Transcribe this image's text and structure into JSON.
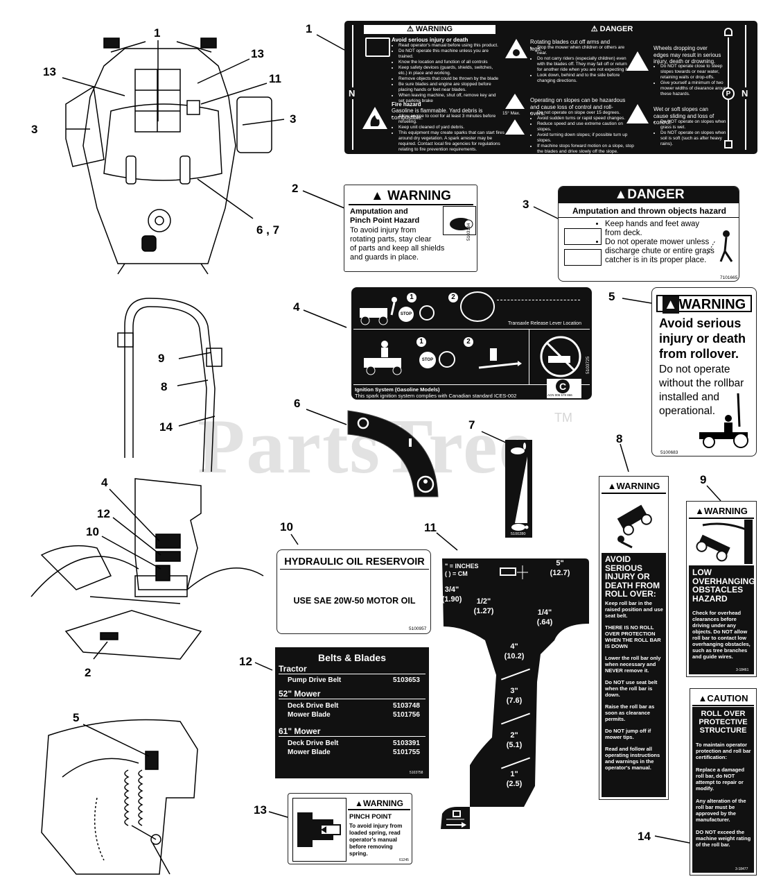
{
  "callouts": {
    "c1a": "1",
    "c13a": "13",
    "c13b": "13",
    "c11a": "11",
    "c3a": "3",
    "c3b": "3",
    "c67": "6 , 7",
    "c9a": "9",
    "c8a": "8",
    "c14a": "14",
    "c4a": "4",
    "c12a": "12",
    "c10a": "10",
    "c2a": "2",
    "c5a": "5",
    "c1": "1",
    "c2": "2",
    "c3": "3",
    "c4": "4",
    "c5": "5",
    "c6": "6",
    "c7": "7",
    "c8": "8",
    "c9": "9",
    "c10": "10",
    "c11": "11",
    "c12": "12",
    "c13": "13",
    "c14": "14"
  },
  "watermark": {
    "text": "PartsTree",
    "tm": "TM"
  },
  "decal1": {
    "warning_title": "WARNING",
    "danger_title": "DANGER",
    "n_left": "N",
    "n_right": "N",
    "p": "P",
    "avoid_head": "Avoid serious injury or death",
    "avoid_items": [
      "Read operator's manual before using this product.",
      "Do NOT operate this machine unless you are trained.",
      "Know the location and function of all controls",
      "Keep safety devices (guards, shields, switches, etc.) in place and working.",
      "Remove objects that could be thrown by the blade",
      "Be sure blades and engine are stopped before placing hands or feet near blades.",
      "When leaving machine, shut off, remove key and set parking brake"
    ],
    "fire_head": "Fire hazard",
    "fire_sub": "Gasoline is flammable. Yard debris is combustible.",
    "fire_items": [
      "Allow engine to cool for at least 3 minutes before refueling.",
      "Keep unit cleaned of yard debris.",
      "This equipment may create sparks that can start fires around dry vegetation. A spark arrester may be required. Contact local fire agencies for regulations relating to fire prevention requirements."
    ],
    "rot_head": "Rotating blades cut off arms and legs.",
    "rot_items": [
      "Stop the mower when children or others are near.",
      "Do not carry riders (especially children) even with the blades off. They may fall off or return for another ride when you are not expecting it.",
      "Look down, behind and to the side before changing directions."
    ],
    "slope_head": "Operating on slopes can be hazardous and cause loss of control and roll-overs.",
    "slope_items": [
      "Do not operate on slope over 15 degrees.",
      "Avoid sudden turns or rapid speed changes.",
      "Reduce speed and use extreme caution on slopes.",
      "Avoid turning down slopes; if possible turn up slopes.",
      "If machine stops forward motion on a slope, stop the blades and drive slowly off the slope."
    ],
    "slope_max": "15° Max.",
    "wheels_head": "Wheels dropping over edges may result in serious injury, death or drowning.",
    "wheels_items": [
      "Do NOT operate close to steep slopes towards or near water, retaining walls or drop-offs.",
      "Give yourself a minimum of two mower widths of clearance around these hazards."
    ],
    "wet_head": "Wet or soft slopes can cause sliding and loss of control.",
    "wet_items": [
      "Do NOT operate on slopes when grass is wet.",
      "Do NOT operate on slopes when soil is soft (such as after heavy rains)."
    ]
  },
  "decal2": {
    "title": "WARNING",
    "head1": "Amputation and",
    "head2": "Pinch Point Hazard",
    "body": [
      "To avoid injury from",
      "rotating parts, stay clear",
      "of parts and keep all shields",
      "and guards in place."
    ],
    "part": "5103184"
  },
  "decal3": {
    "title": "DANGER",
    "sub": "Amputation and thrown objects hazard",
    "bullets": [
      "Keep hands and feet away from deck.",
      "Do not operate mower unless discharge chute or entire grass catcher is in its proper place."
    ],
    "part": "7101665"
  },
  "decal4": {
    "release": "Transaxle Release Lever Location",
    "ign_title": "Ignition System (Gasoline Models)",
    "ign_body": "This spark ignition system complies with Canadian standard ICES-002",
    "stop": "STOP",
    "n1": "1",
    "n2": "2",
    "n3": "1",
    "n4": "2",
    "acn": "ACN 006 578 866",
    "part": "5103725"
  },
  "decal5": {
    "title": "WARNING",
    "head": [
      "Avoid serious",
      "injury or death",
      "from rollover."
    ],
    "body": [
      "Do not operate",
      "without the rollbar",
      "installed and",
      "operational."
    ],
    "part": "5100683"
  },
  "decal6": {
    "o": "O",
    "i": "I"
  },
  "decal7": {
    "part": "5100280"
  },
  "decal8": {
    "title": "WARNING",
    "head": [
      "AVOID SERIOUS",
      "INJURY OR",
      "DEATH FROM",
      "ROLL OVER:"
    ],
    "paras": [
      "Keep roll bar in the raised position and use seat belt.",
      "THERE IS NO ROLL OVER PROTECTION WHEN THE ROLL BAR IS DOWN",
      "Lower the roll bar only when necessary and NEVER remove it.",
      "Do NOT use seat belt when the roll bar is down.",
      "Raise the roll bar as soon as clearance permits.",
      "Do NOT jump off if mower tips.",
      "Read and follow all operating instructions and warnings in the operator's manual."
    ]
  },
  "decal9": {
    "title": "WARNING",
    "head": [
      "LOW",
      "OVERHANGING",
      "OBSTACLES",
      "HAZARD"
    ],
    "body": "Check for overhead clearances before driving under any objects. Do NOT allow roll bar to contact low overhanging obstacles, such as tree branches and guide wires.",
    "part": "3-18461"
  },
  "decal10": {
    "title": "HYDRAULIC OIL RESERVOIR",
    "body": "USE SAE 20W-50 MOTOR OIL",
    "part": "5100957"
  },
  "decal11": {
    "legend1": "\" = INCHES",
    "legend2": "( ) = CM",
    "marks": [
      {
        "in": "5\"",
        "cm": "(12.7)"
      },
      {
        "in": "3/4\"",
        "cm": "(1.90)"
      },
      {
        "in": "1/2\"",
        "cm": "(1.27)"
      },
      {
        "in": "1/4\"",
        "cm": "(.64)"
      },
      {
        "in": "4\"",
        "cm": "(10.2)"
      },
      {
        "in": "3\"",
        "cm": "(7.6)"
      },
      {
        "in": "2\"",
        "cm": "(5.1)"
      },
      {
        "in": "1\"",
        "cm": "(2.5)"
      }
    ]
  },
  "decal12": {
    "title": "Belts & Blades",
    "s1": "Tractor",
    "r1": [
      "Pump Drive Belt",
      "5103653"
    ],
    "s2": "52\" Mower",
    "r2": [
      "Deck Drive Belt",
      "5103748"
    ],
    "r3": [
      "Mower Blade",
      "5101756"
    ],
    "s3": "61\" Mower",
    "r4": [
      "Deck Drive Belt",
      "5103391"
    ],
    "r5": [
      "Mower Blade",
      "5101755"
    ],
    "part": "5103758"
  },
  "decal13": {
    "title": "WARNING",
    "head": "PINCH POINT",
    "body": [
      "To avoid injury from",
      "loaded spring, read",
      "operator's manual",
      "before removing",
      "spring."
    ],
    "part": "61245"
  },
  "decal14": {
    "title": "CAUTION",
    "head": [
      "ROLL OVER",
      "PROTECTIVE",
      "STRUCTURE"
    ],
    "paras": [
      "To maintain operator protection and roll bar certification:",
      "Replace a damaged roll bar, do NOT attempt to repair or modify.",
      "Any alteration of the roll bar must be approved by the manufacturer.",
      "DO NOT exceed the machine weight rating of the roll bar."
    ],
    "part": "3-18477"
  }
}
